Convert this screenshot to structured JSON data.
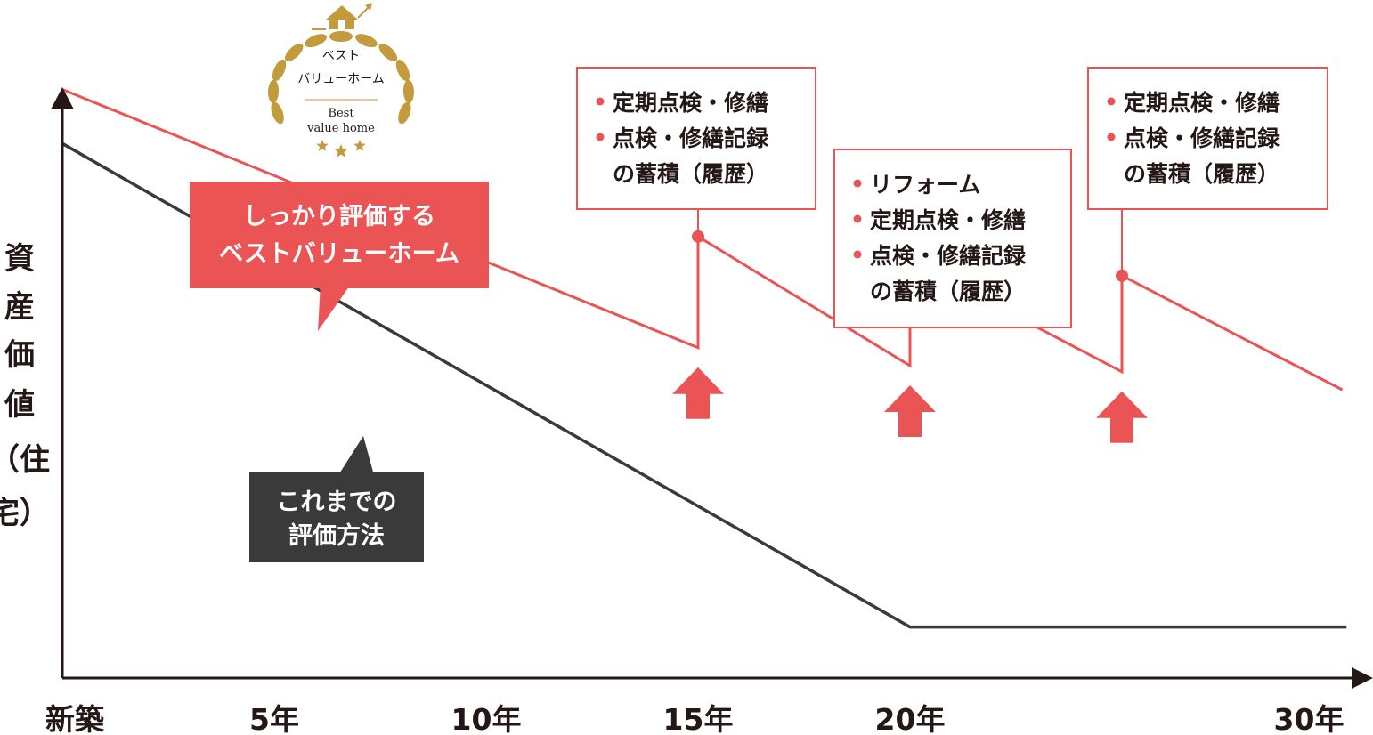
{
  "colors": {
    "accent": "#ea5455",
    "line_old": "#3a3a3a",
    "axis": "#231815",
    "gold": "#c39a3c"
  },
  "badge": {
    "line1": "ベスト",
    "line2": "バリューホーム",
    "en1": "Best",
    "en2": "value home",
    "icons": [
      "house-arrow-icon",
      "laurel-wreath-icon",
      "star-icon"
    ]
  },
  "y_axis_label": [
    "資",
    "産",
    "価",
    "値",
    "（住",
    "宅）"
  ],
  "callouts": {
    "best": [
      "しっかり評価する",
      "ベストバリューホーム"
    ],
    "old": [
      "これまでの",
      "評価方法"
    ]
  },
  "notes": [
    {
      "id": "note-15",
      "lines": [
        [
          "•",
          "定期点検・修繕"
        ],
        [
          "•",
          "点検・修繕記録"
        ],
        [
          "",
          "の蓄積（履歴）"
        ]
      ]
    },
    {
      "id": "note-20",
      "lines": [
        [
          "•",
          "リフォーム"
        ],
        [
          "•",
          "定期点検・修繕"
        ],
        [
          "•",
          "点検・修繕記録"
        ],
        [
          "",
          "の蓄積（履歴）"
        ]
      ]
    },
    {
      "id": "note-25",
      "lines": [
        [
          "•",
          "定期点検・修繕"
        ],
        [
          "•",
          "点検・修繕記録"
        ],
        [
          "",
          "の蓄積（履歴）"
        ]
      ]
    }
  ],
  "chart_data": {
    "type": "line",
    "title": "",
    "xlabel": "",
    "ylabel": "資産価値（住宅）",
    "x_ticks": [
      {
        "x": 0,
        "label": "新築"
      },
      {
        "x": 5,
        "label": "5年"
      },
      {
        "x": 10,
        "label": "10年"
      },
      {
        "x": 15,
        "label": "15年"
      },
      {
        "x": 20,
        "label": "20年"
      },
      {
        "x": 30,
        "label": "30年"
      }
    ],
    "xlim": [
      0,
      31
    ],
    "ylim": [
      0,
      100
    ],
    "grid": false,
    "series": [
      {
        "name": "ベストバリューホーム",
        "color": "#ea5455",
        "points": [
          [
            0,
            98
          ],
          [
            15,
            55
          ],
          [
            15,
            73.5
          ],
          [
            20,
            52
          ],
          [
            20,
            69.5
          ],
          [
            25,
            51
          ],
          [
            25,
            67
          ],
          [
            30.2,
            48
          ]
        ]
      },
      {
        "name": "これまでの評価方法",
        "color": "#3a3a3a",
        "points": [
          [
            0,
            89
          ],
          [
            20,
            8.5
          ],
          [
            30.3,
            8.5
          ]
        ]
      }
    ],
    "events": [
      {
        "x": 15,
        "y": 73.5,
        "label": "note-15"
      },
      {
        "x": 20,
        "y": 69.5,
        "label": "note-20"
      },
      {
        "x": 25,
        "y": 67,
        "label": "note-25"
      }
    ]
  }
}
